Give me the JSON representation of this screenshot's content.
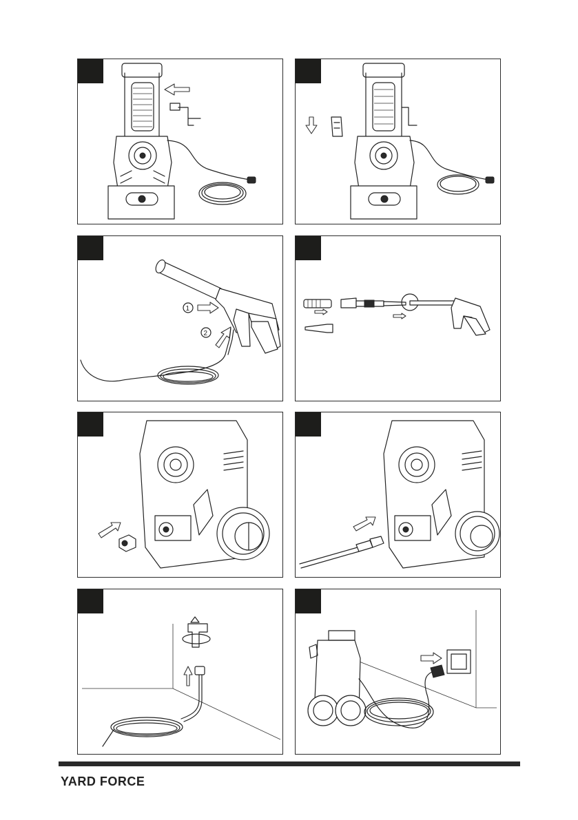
{
  "footer": {
    "brand": "YARD FORCE"
  },
  "panels": [
    {
      "id": "assembly-handle-crank",
      "callouts": []
    },
    {
      "id": "assembly-hose-holder",
      "callouts": []
    },
    {
      "id": "gun-hose-connection",
      "callouts": [
        "1",
        "2"
      ]
    },
    {
      "id": "lance-nozzle-attachment",
      "callouts": []
    },
    {
      "id": "water-inlet-connector",
      "callouts": []
    },
    {
      "id": "garden-hose-to-inlet",
      "callouts": []
    },
    {
      "id": "hose-to-tap",
      "callouts": []
    },
    {
      "id": "power-plug-socket",
      "callouts": []
    }
  ]
}
